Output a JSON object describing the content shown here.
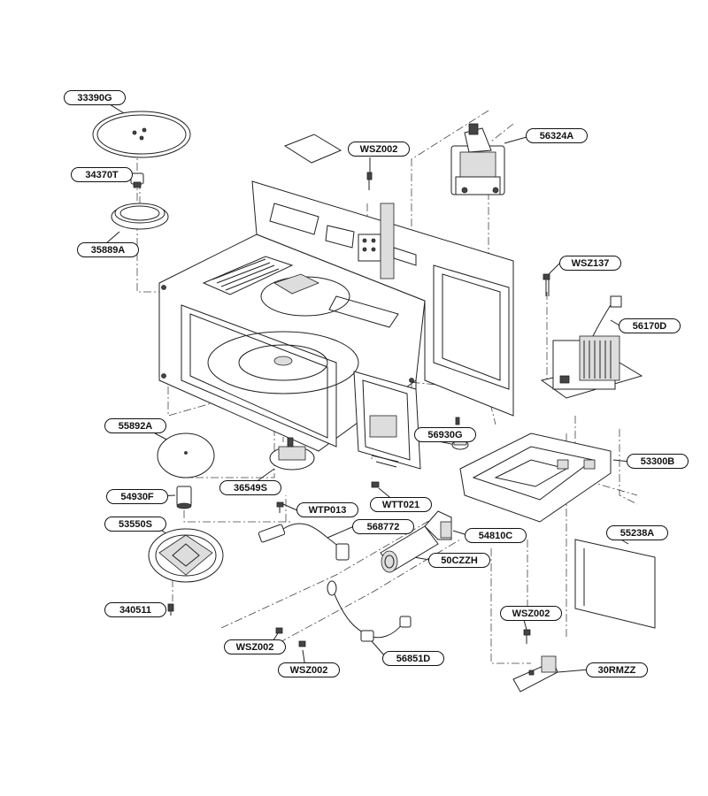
{
  "parts": [
    {
      "id": "p1",
      "label": "33390G"
    },
    {
      "id": "p2",
      "label": "34370T"
    },
    {
      "id": "p3",
      "label": "35889A"
    },
    {
      "id": "p4",
      "label": "WSZ002"
    },
    {
      "id": "p5",
      "label": "56324A"
    },
    {
      "id": "p6",
      "label": "WSZ137"
    },
    {
      "id": "p7",
      "label": "56170D"
    },
    {
      "id": "p8",
      "label": "55892A"
    },
    {
      "id": "p9",
      "label": "56930G"
    },
    {
      "id": "p10",
      "label": "53300B"
    },
    {
      "id": "p11",
      "label": "54930F"
    },
    {
      "id": "p12",
      "label": "36549S"
    },
    {
      "id": "p13",
      "label": "WTP013"
    },
    {
      "id": "p14",
      "label": "WTT021"
    },
    {
      "id": "p15",
      "label": "53550S"
    },
    {
      "id": "p16",
      "label": "568772"
    },
    {
      "id": "p17",
      "label": "54810C"
    },
    {
      "id": "p18",
      "label": "55238A"
    },
    {
      "id": "p19",
      "label": "50CZZH"
    },
    {
      "id": "p20",
      "label": "340511"
    },
    {
      "id": "p21",
      "label": "WSZ002"
    },
    {
      "id": "p22",
      "label": "WSZ002"
    },
    {
      "id": "p23",
      "label": "30RMZZ"
    },
    {
      "id": "p24",
      "label": "WSZ002"
    },
    {
      "id": "p25",
      "label": "56851D"
    }
  ]
}
